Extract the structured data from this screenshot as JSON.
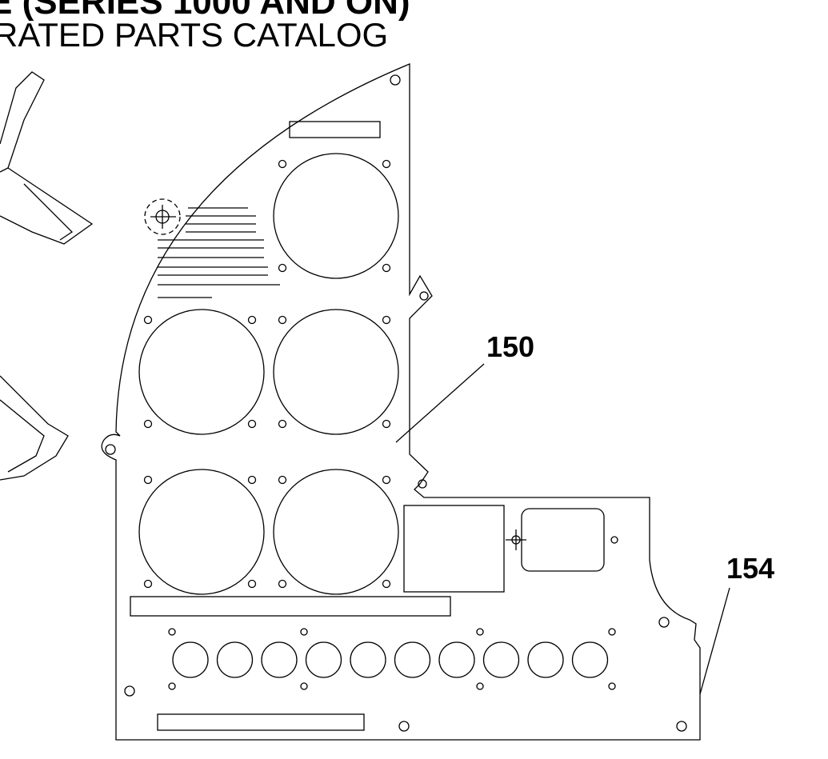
{
  "header": {
    "title_line1": "E (SERIES 1000 AND ON)",
    "title_line2": "RATED PARTS CATALOG"
  },
  "callouts": [
    {
      "label": "150",
      "part": "instrument-panel"
    },
    {
      "label": "154",
      "part": "panel-edge"
    }
  ]
}
